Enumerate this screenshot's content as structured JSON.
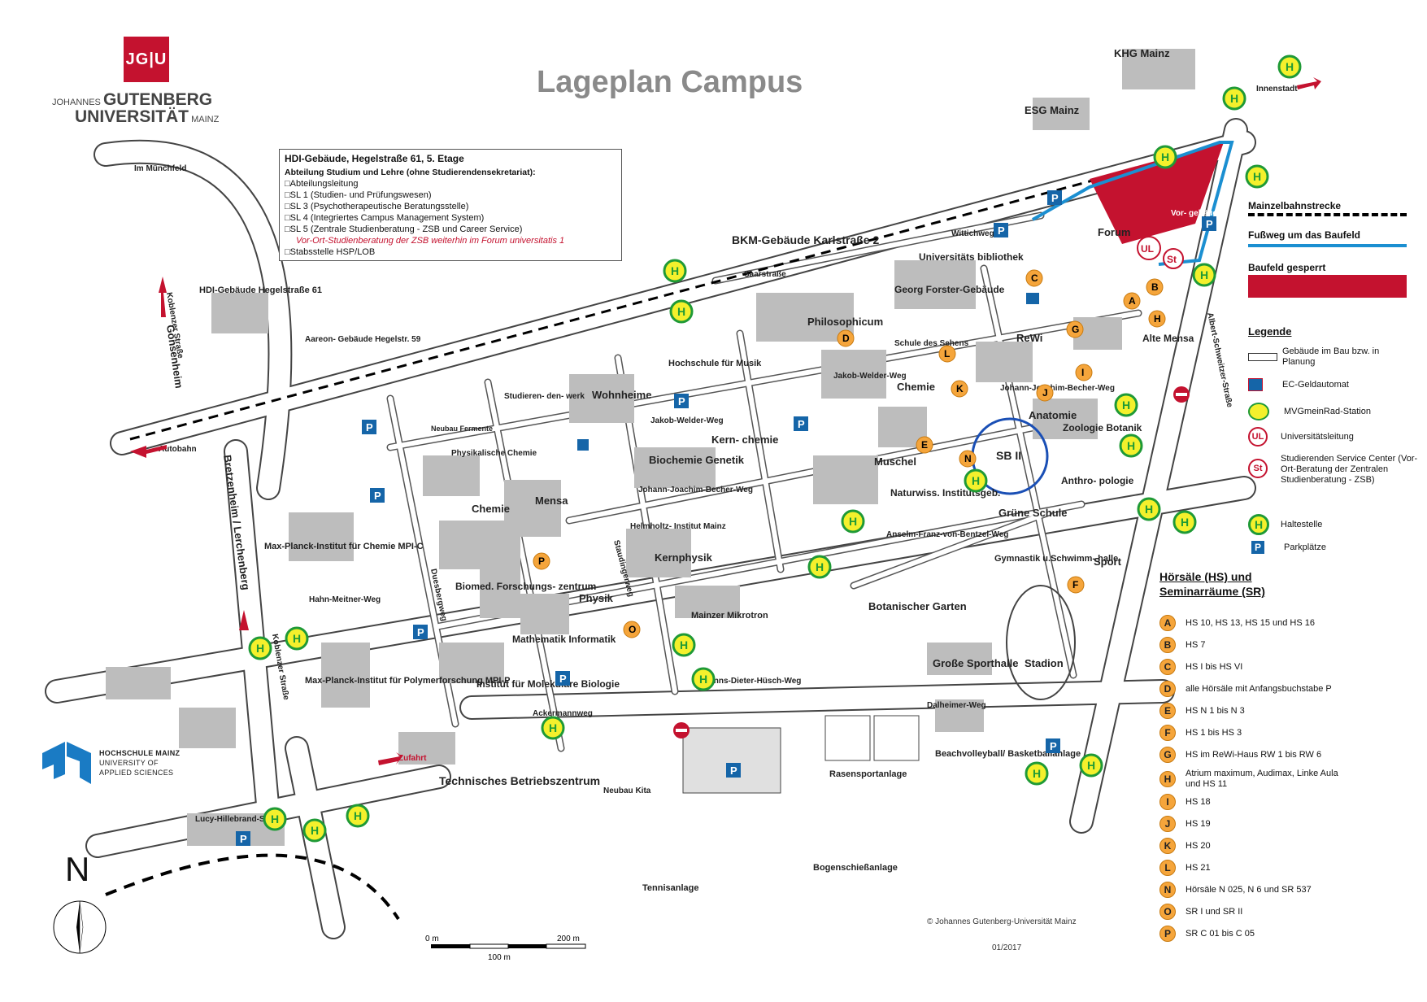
{
  "title": "Lageplan Campus",
  "logo": {
    "mark": "JG|U",
    "line1_small": "JOHANNES",
    "line1_big": "GUTENBERG",
    "line2_big": "UNIVERSITÄT",
    "line2_small": "MAINZ"
  },
  "hdi_box": {
    "heading": "HDI-Gebäude, Hegelstraße 61, 5. Etage",
    "subheading": "Abteilung Studium und Lehre (ohne Studierendensekretariat):",
    "items": [
      "Abteilungsleitung",
      "SL 1 (Studien- und Prüfungswesen)",
      "SL 3 (Psychotherapeutische Beratungsstelle)",
      "SL 4 (Integriertes Campus Management System)",
      "SL 5 (Zentrale Studienberatung - ZSB und Career Service)"
    ],
    "note": "Vor-Ort-Studienberatung der ZSB weiterhin im Forum universitatis 1",
    "last_item": "Stabsstelle HSP/LOB"
  },
  "map_keys": {
    "tram": "Mainzelbahnstrecke",
    "footpath": "Fußweg um das Baufeld",
    "blocked": "Baufeld gesperrt"
  },
  "legend": {
    "heading": "Legende",
    "items": [
      {
        "icon": "building-outline-icon",
        "text": "Gebäude im Bau bzw. in Planung"
      },
      {
        "icon": "ec-atm-icon",
        "text": "EC-Geldautomat"
      },
      {
        "icon": "bike-station-icon",
        "text": "MVGmeinRad-Station"
      },
      {
        "icon": "ul-icon",
        "text": "Universitätsleitung",
        "symbol": "UL"
      },
      {
        "icon": "st-icon",
        "text": "Studierenden Service Center (Vor-Ort-Beratung der Zentralen Studienberatung - ZSB)",
        "symbol": "St"
      },
      {
        "icon": "bus-stop-icon",
        "text": "Haltestelle",
        "symbol": "H"
      },
      {
        "icon": "parking-icon",
        "text": "Parkplätze",
        "symbol": "P"
      }
    ]
  },
  "lecture_halls": {
    "heading_line1": "Hörsäle (HS) und",
    "heading_line2": "Seminarräume (SR)",
    "items": [
      {
        "key": "A",
        "text": "HS 10, HS 13, HS 15 und HS 16"
      },
      {
        "key": "B",
        "text": "HS 7"
      },
      {
        "key": "C",
        "text": "HS I bis HS VI"
      },
      {
        "key": "D",
        "text": "alle Hörsäle mit Anfangsbuchstabe P"
      },
      {
        "key": "E",
        "text": "HS N 1 bis N 3"
      },
      {
        "key": "F",
        "text": "HS 1 bis HS 3"
      },
      {
        "key": "G",
        "text": "HS im ReWi-Haus  RW 1 bis RW 6"
      },
      {
        "key": "H",
        "text": "Atrium maximum, Audimax, Linke Aula und HS 11"
      },
      {
        "key": "I",
        "text": "HS 18"
      },
      {
        "key": "J",
        "text": "HS 19"
      },
      {
        "key": "K",
        "text": "HS 20"
      },
      {
        "key": "L",
        "text": "HS 21"
      },
      {
        "key": "N",
        "text": "Hörsäle N 025, N 6 und SR 537"
      },
      {
        "key": "O",
        "text": "SR I  und SR II"
      },
      {
        "key": "P",
        "text": "SR C 01 bis C 05"
      }
    ]
  },
  "buildings": {
    "philosophicum": "Philosophicum",
    "forster": "Georg Forster-Gebäude",
    "ub": "Universitäts bibliothek",
    "rewi": "ReWi",
    "chemie1": "Chemie",
    "anatomie": "Anatomie",
    "zoologie": "Zoologie Botanik",
    "muschel": "Muschel",
    "sbii": "SB II",
    "naturwiss": "Naturwiss. Institutsgeb.",
    "anthropologie": "Anthro- pologie",
    "gruene_schule": "Grüne Schule",
    "gymnastik": "Gymnastik u.Schwimm- halle",
    "sport": "Sport",
    "botanischer": "Botanischer Garten",
    "sporthalle": "Große Sporthalle",
    "stadion": "Stadion",
    "wohnheime": "Wohnheime",
    "hochschule_musik": "Hochschule für Musik",
    "biochemie": "Biochemie Genetik",
    "kernchemie": "Kern- chemie",
    "helmholtz": "Helmholtz- Institut Mainz",
    "kernphysik": "Kernphysik",
    "mikrotron": "Mainzer Mikrotron",
    "chemie2": "Chemie",
    "mensa": "Mensa",
    "physik_chemie": "Physikalische Chemie",
    "biomed": "Biomed. Forschungs- zentrum",
    "physik": "Physik",
    "mathematik": "Mathematik Informatik",
    "molbio": "Institut für Molekulare Biologie",
    "mpi_c": "Max-Planck-Institut für Chemie MPI-C",
    "mpi_p": "Max-Planck-Institut für Polymerforschung MPI-P",
    "technisches": "Technisches Betriebszentrum",
    "kita": "Neubau Kita",
    "rasensport": "Rasensportanlage",
    "beach": "Beachvolleyball/ Basketballanlage",
    "bogen": "Bogenschießanlage",
    "tennis": "Tennisanlage",
    "forum": "Forum",
    "alte_mensa": "Alte Mensa",
    "bkm": "BKM-Gebäude Karlstraße 2",
    "hdi": "HDI-Gebäude Hegelstraße 61",
    "aareon": "Aareon- Gebäude Hegelstr. 59",
    "esg": "ESG Mainz",
    "khg": "KHG Mainz",
    "studierendenwerk": "Studieren- den- werk",
    "neubau_ferm": "Neubau Fermente",
    "schule_sehens": "Schule des Sehens",
    "vorgebaeude": "Vor- gebäude"
  },
  "streets": {
    "saarstrasse": "Saarstraße",
    "wittichweg": "Wittichweg",
    "jakob_welder": "Jakob-Welder-Weg",
    "johann_becher": "Johann-Joachim-Becher-Weg",
    "staudinger": "Staudingerweg",
    "ackermann": "Ackermannweg",
    "dalheimer": "Dalheimer-Weg",
    "hanns_dieter": "Hanns-Dieter-Hüsch-Weg",
    "duesberg": "Duesbergweg",
    "hahn_meitner": "Hahn-Meitner-Weg",
    "koblenzer1": "Koblenzer Straße",
    "koblenzer2": "Koblenzer Straße",
    "lucy": "Lucy-Hillebrand-Straße",
    "albert_schweitzer": "Albert-Schweitzer-Straße",
    "anselm": "Anselm-Franz-von-Bentzel-Weg",
    "im_muenchfeld": "Im Münchfeld",
    "autobahn": "Autobahn",
    "gonsenheim": "Gonsenheim",
    "bretzenheim": "Bretzenheim / Lerchenberg",
    "innenstadt": "Innenstadt",
    "zufahrt": "Zufahrt",
    "ackermann_weg": "Ackermannweg"
  },
  "hochschule": {
    "line1": "HOCHSCHULE MAINZ",
    "line2": "UNIVERSITY OF",
    "line3": "APPLIED SCIENCES"
  },
  "scale": {
    "zero": "0 m",
    "two_hundred": "200 m",
    "hundred": "100 m"
  },
  "north": "N",
  "copyright": "© Johannes Gutenberg-Universität Mainz",
  "date": "01/2017",
  "colors": {
    "blocked": "#c4122f",
    "footpath": "#1b8fd1",
    "stop_fill": "#f4f02c",
    "stop_ring": "#1f9a36",
    "hall": "#f5a53b",
    "parking": "#1565a8",
    "building": "#bdbdbd"
  }
}
